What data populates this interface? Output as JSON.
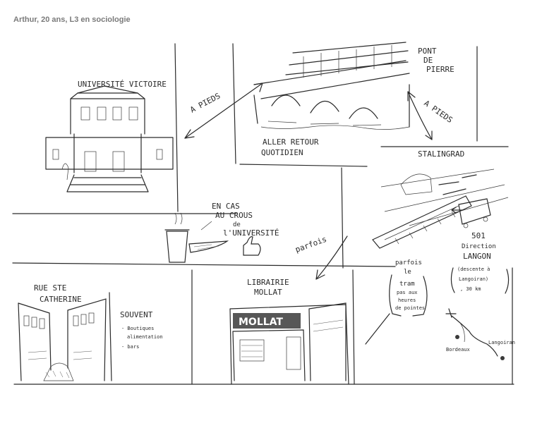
{
  "caption": "Arthur, 20 ans, L3 en sociologie",
  "labels": {
    "universite": "UNIVERSITÉ VICTOIRE",
    "a_pieds_left": "A PIEDS",
    "aller_retour": [
      "ALLER RETOUR",
      "QUOTIDIEN"
    ],
    "pont": [
      "PONT",
      "DE",
      "PIERRE"
    ],
    "a_pieds_right": "A PIEDS",
    "stalingrad": "STALINGRAD",
    "crous": [
      "EN CAS",
      "AU CROUS",
      "de",
      "l'UNIVERSITÉ"
    ],
    "parfois_mid": "parfois",
    "parfois_tram": [
      "parfois",
      "le",
      "tram",
      "pas aux",
      "heures",
      "de pointes"
    ],
    "direction": [
      "501",
      "Direction",
      "LANGON",
      "(descente à",
      "Langoiran)",
      ", 30 km"
    ],
    "rue": [
      "RUE STE",
      "CATHERINE"
    ],
    "souvent": "SOUVENT",
    "souvent_items": [
      "- Boutiques",
      "alimentation",
      "- bars"
    ],
    "librairie": [
      "LIBRAIRIE",
      "MOLLAT"
    ],
    "mollat_sign": "MOLLAT",
    "map_bordeaux": "Bordeaux",
    "map_langoiran": "Langoiran"
  }
}
